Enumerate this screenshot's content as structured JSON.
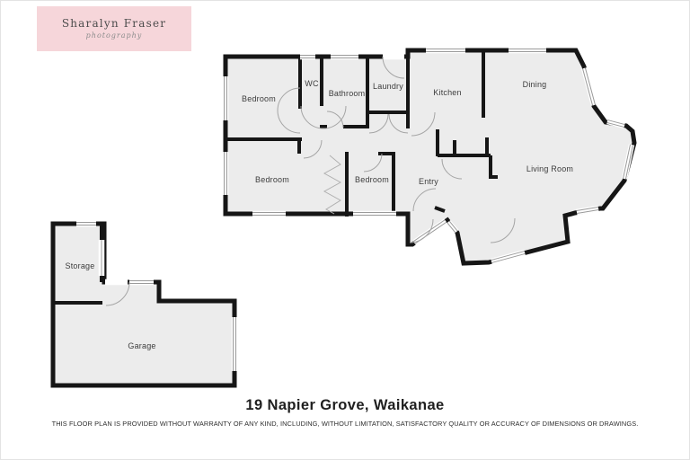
{
  "logo": {
    "name": "Sharalyn Fraser",
    "tagline": "photography"
  },
  "title": "19 Napier Grove, Waikanae",
  "disclaimer": "THIS FLOOR PLAN IS PROVIDED WITHOUT WARRANTY OF ANY KIND, INCLUDING, WITHOUT LIMITATION,  SATISFACTORY QUALITY OR ACCURACY OF DIMENSIONS OR DRAWINGS.",
  "plan": {
    "colors": {
      "floor": "#ececec",
      "wall": "#161616",
      "window_line": "#9a9a9a",
      "door_arc": "#a5a5a5",
      "logo_background": "#f6d6da"
    },
    "rooms": [
      {
        "label": "Bedroom"
      },
      {
        "label": "WC"
      },
      {
        "label": "Bathroom"
      },
      {
        "label": "Laundry"
      },
      {
        "label": "Kitchen"
      },
      {
        "label": "Dining"
      },
      {
        "label": "Living Room"
      },
      {
        "label": "Bedroom"
      },
      {
        "label": "Bedroom"
      },
      {
        "label": "Entry"
      },
      {
        "label": "Storage"
      },
      {
        "label": "Garage"
      }
    ]
  }
}
